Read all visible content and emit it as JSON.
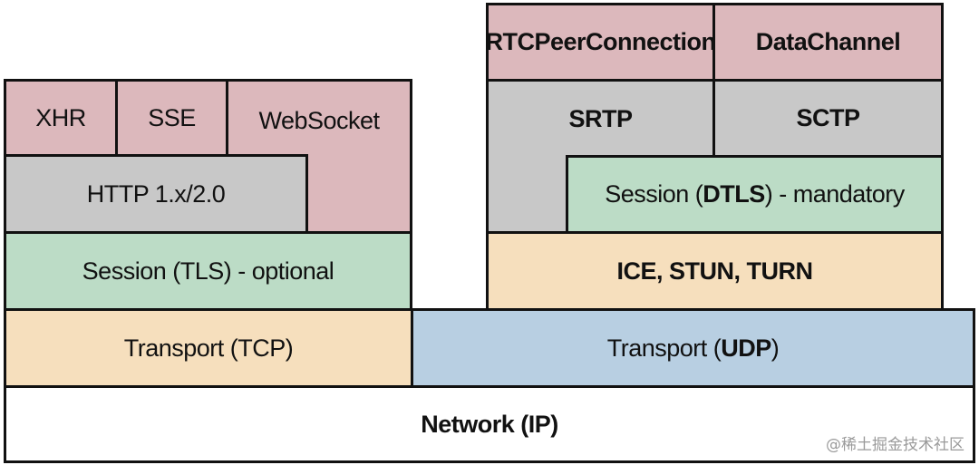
{
  "diagram": {
    "left_stack": {
      "xhr": "XHR",
      "sse": "SSE",
      "websocket": "WebSocket",
      "http": "HTTP 1.x/2.0",
      "tls_prefix": "Session (TLS) - optional",
      "tcp": "Transport (TCP)"
    },
    "right_stack": {
      "rtcpeerconnection": "RTCPeerConnection",
      "datachannel": "DataChannel",
      "srtp": "SRTP",
      "sctp": "SCTP",
      "dtls_before": "Session (",
      "dtls_bold": "DTLS",
      "dtls_after": ") - mandatory",
      "ice": "ICE, STUN, TURN",
      "udp_before": "Transport (",
      "udp_bold": "UDP",
      "udp_after": ")"
    },
    "network": "Network (IP)"
  },
  "watermark": "@稀土掘金技术社区",
  "colors": {
    "pink": "#dcb8bc",
    "gray": "#c8c8c8",
    "green": "#bcdcc6",
    "peach": "#f6dfbd",
    "blue": "#b8cfe2"
  }
}
